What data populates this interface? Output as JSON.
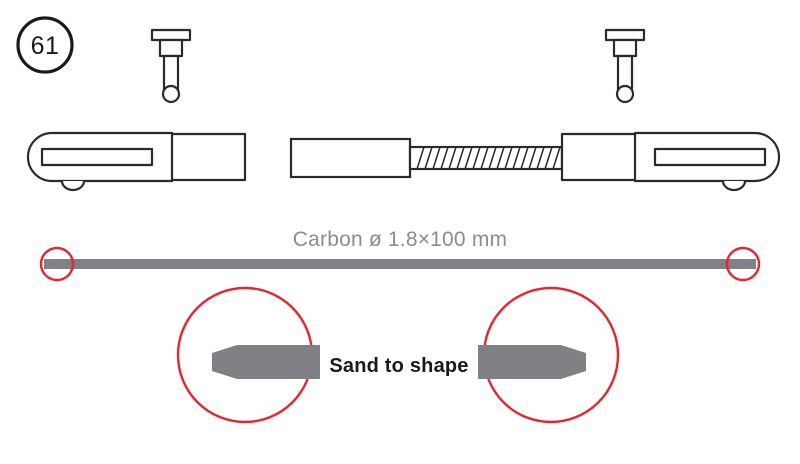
{
  "step": {
    "number": "61",
    "badge_shape": "circle-outline",
    "text_color": "#1a1a1a",
    "ring_color": "#1a1a1a"
  },
  "colors": {
    "outline": "#2b2b2b",
    "fill": "#ffffff",
    "rod_gray": "#7f8184",
    "label_gray": "#8c8c8c",
    "highlight_red": "#e8242c",
    "text_dark": "#1a1a1a",
    "background": "#ffffff"
  },
  "parts": {
    "pins": [
      {
        "name": "pin-left",
        "label": "",
        "features": [
          "flat-head",
          "collar",
          "shaft",
          "ball-end"
        ]
      },
      {
        "name": "pin-right",
        "label": "",
        "features": [
          "flat-head",
          "collar",
          "shaft",
          "ball-end"
        ]
      }
    ],
    "fork_left": {
      "name": "clevis-fork-left",
      "features": [
        "rounded-nose",
        "slot",
        "bottom-tab",
        "square-shank"
      ]
    },
    "fork_right": {
      "name": "clevis-fork-right",
      "features": [
        "rounded-nose",
        "slot",
        "bottom-tab",
        "square-shank"
      ]
    },
    "center_link": {
      "name": "threaded-link",
      "features": [
        "rectangular-tube",
        "threaded-rod"
      ],
      "thread_count": 18
    }
  },
  "rod": {
    "label": "Carbon ø 1.8×100 mm",
    "material": "Carbon",
    "diameter_mm": "1.8",
    "length_mm": "100",
    "end_markers": [
      "left-end-highlight",
      "right-end-highlight"
    ]
  },
  "detail": {
    "caption": "Sand to shape",
    "views": [
      {
        "name": "detail-view-left",
        "taper_direction": "left"
      },
      {
        "name": "detail-view-right",
        "taper_direction": "right"
      }
    ]
  }
}
